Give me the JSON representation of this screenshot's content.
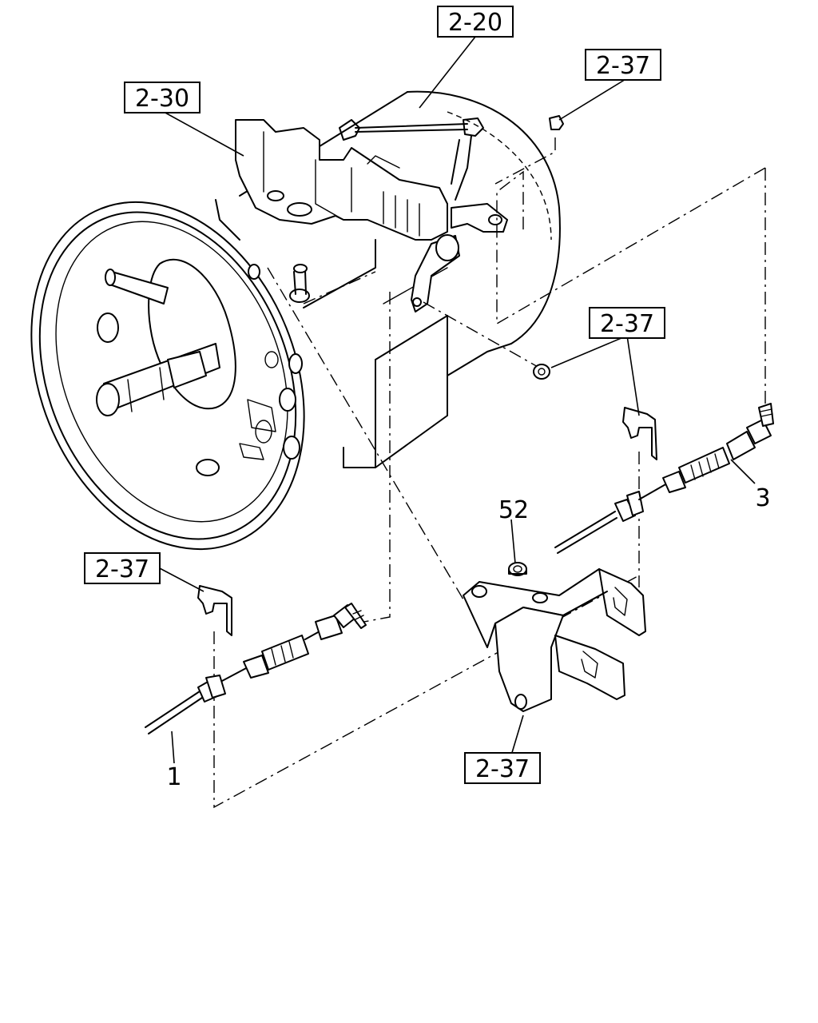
{
  "ref_boxes": [
    {
      "id": "ref-2-20",
      "text": "2-20"
    },
    {
      "id": "ref-2-30",
      "text": "2-30"
    },
    {
      "id": "ref-2-37-top",
      "text": "2-37"
    },
    {
      "id": "ref-2-37-right",
      "text": "2-37"
    },
    {
      "id": "ref-2-37-left",
      "text": "2-37"
    },
    {
      "id": "ref-2-37-bottom",
      "text": "2-37"
    }
  ],
  "part_numbers": [
    {
      "id": "part-1",
      "text": "1"
    },
    {
      "id": "part-3",
      "text": "3"
    },
    {
      "id": "part-52",
      "text": "52"
    }
  ]
}
